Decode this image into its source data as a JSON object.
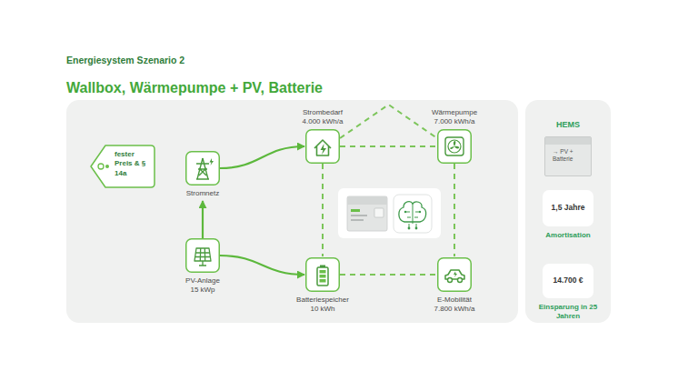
{
  "diagram": {
    "title": "Energiesystem Szenario 2",
    "nodes": [
      {
        "text": [
          "fester Preis & § 14a"
        ]
      },
      {
        "text": [
          "Strombedarf",
          "4.000 kWh/a"
        ]
      },
      {
        "text": [
          "Wärmepumpe",
          "7.000 kWh/a"
        ]
      },
      {
        "text": [
          "Stromnetz"
        ]
      },
      {
        "text": [
          "PV-Anlage",
          "15 kWp"
        ]
      },
      {
        "text": [
          "Batteriespeicher",
          "10 kWh"
        ]
      },
      {
        "text": [
          "E-Mobilität",
          "7.800 kWh/a"
        ]
      },
      {
        "text": [
          "HEMS"
        ]
      },
      {
        "text": [
          "→ PV + Batterie"
        ],
        "in": 7
      },
      {
        "text": [
          "1,5 Jahre",
          "Amortisation"
        ],
        "in": 7
      },
      {
        "text": [
          "14.700 €",
          "Einsparung in 25 Jahren"
        ],
        "in": 7
      }
    ],
    "edges": [
      {
        "from": 3,
        "to": 1,
        "arrow": "to"
      },
      {
        "from": 4,
        "to": 3,
        "arrow": "to"
      },
      {
        "from": 4,
        "to": 5,
        "arrow": "to"
      },
      {
        "from": 1,
        "to": 2,
        "arrow": "none"
      },
      {
        "from": 1,
        "to": 2,
        "arrow": "none"
      },
      {
        "from": 1,
        "to": 5,
        "arrow": "none"
      },
      {
        "from": 2,
        "to": 6,
        "arrow": "none"
      },
      {
        "from": 5,
        "to": 6,
        "arrow": "none"
      }
    ],
    "labels": [
      "Wallbox, Wärmepumpe + PV, Batterie"
    ]
  }
}
